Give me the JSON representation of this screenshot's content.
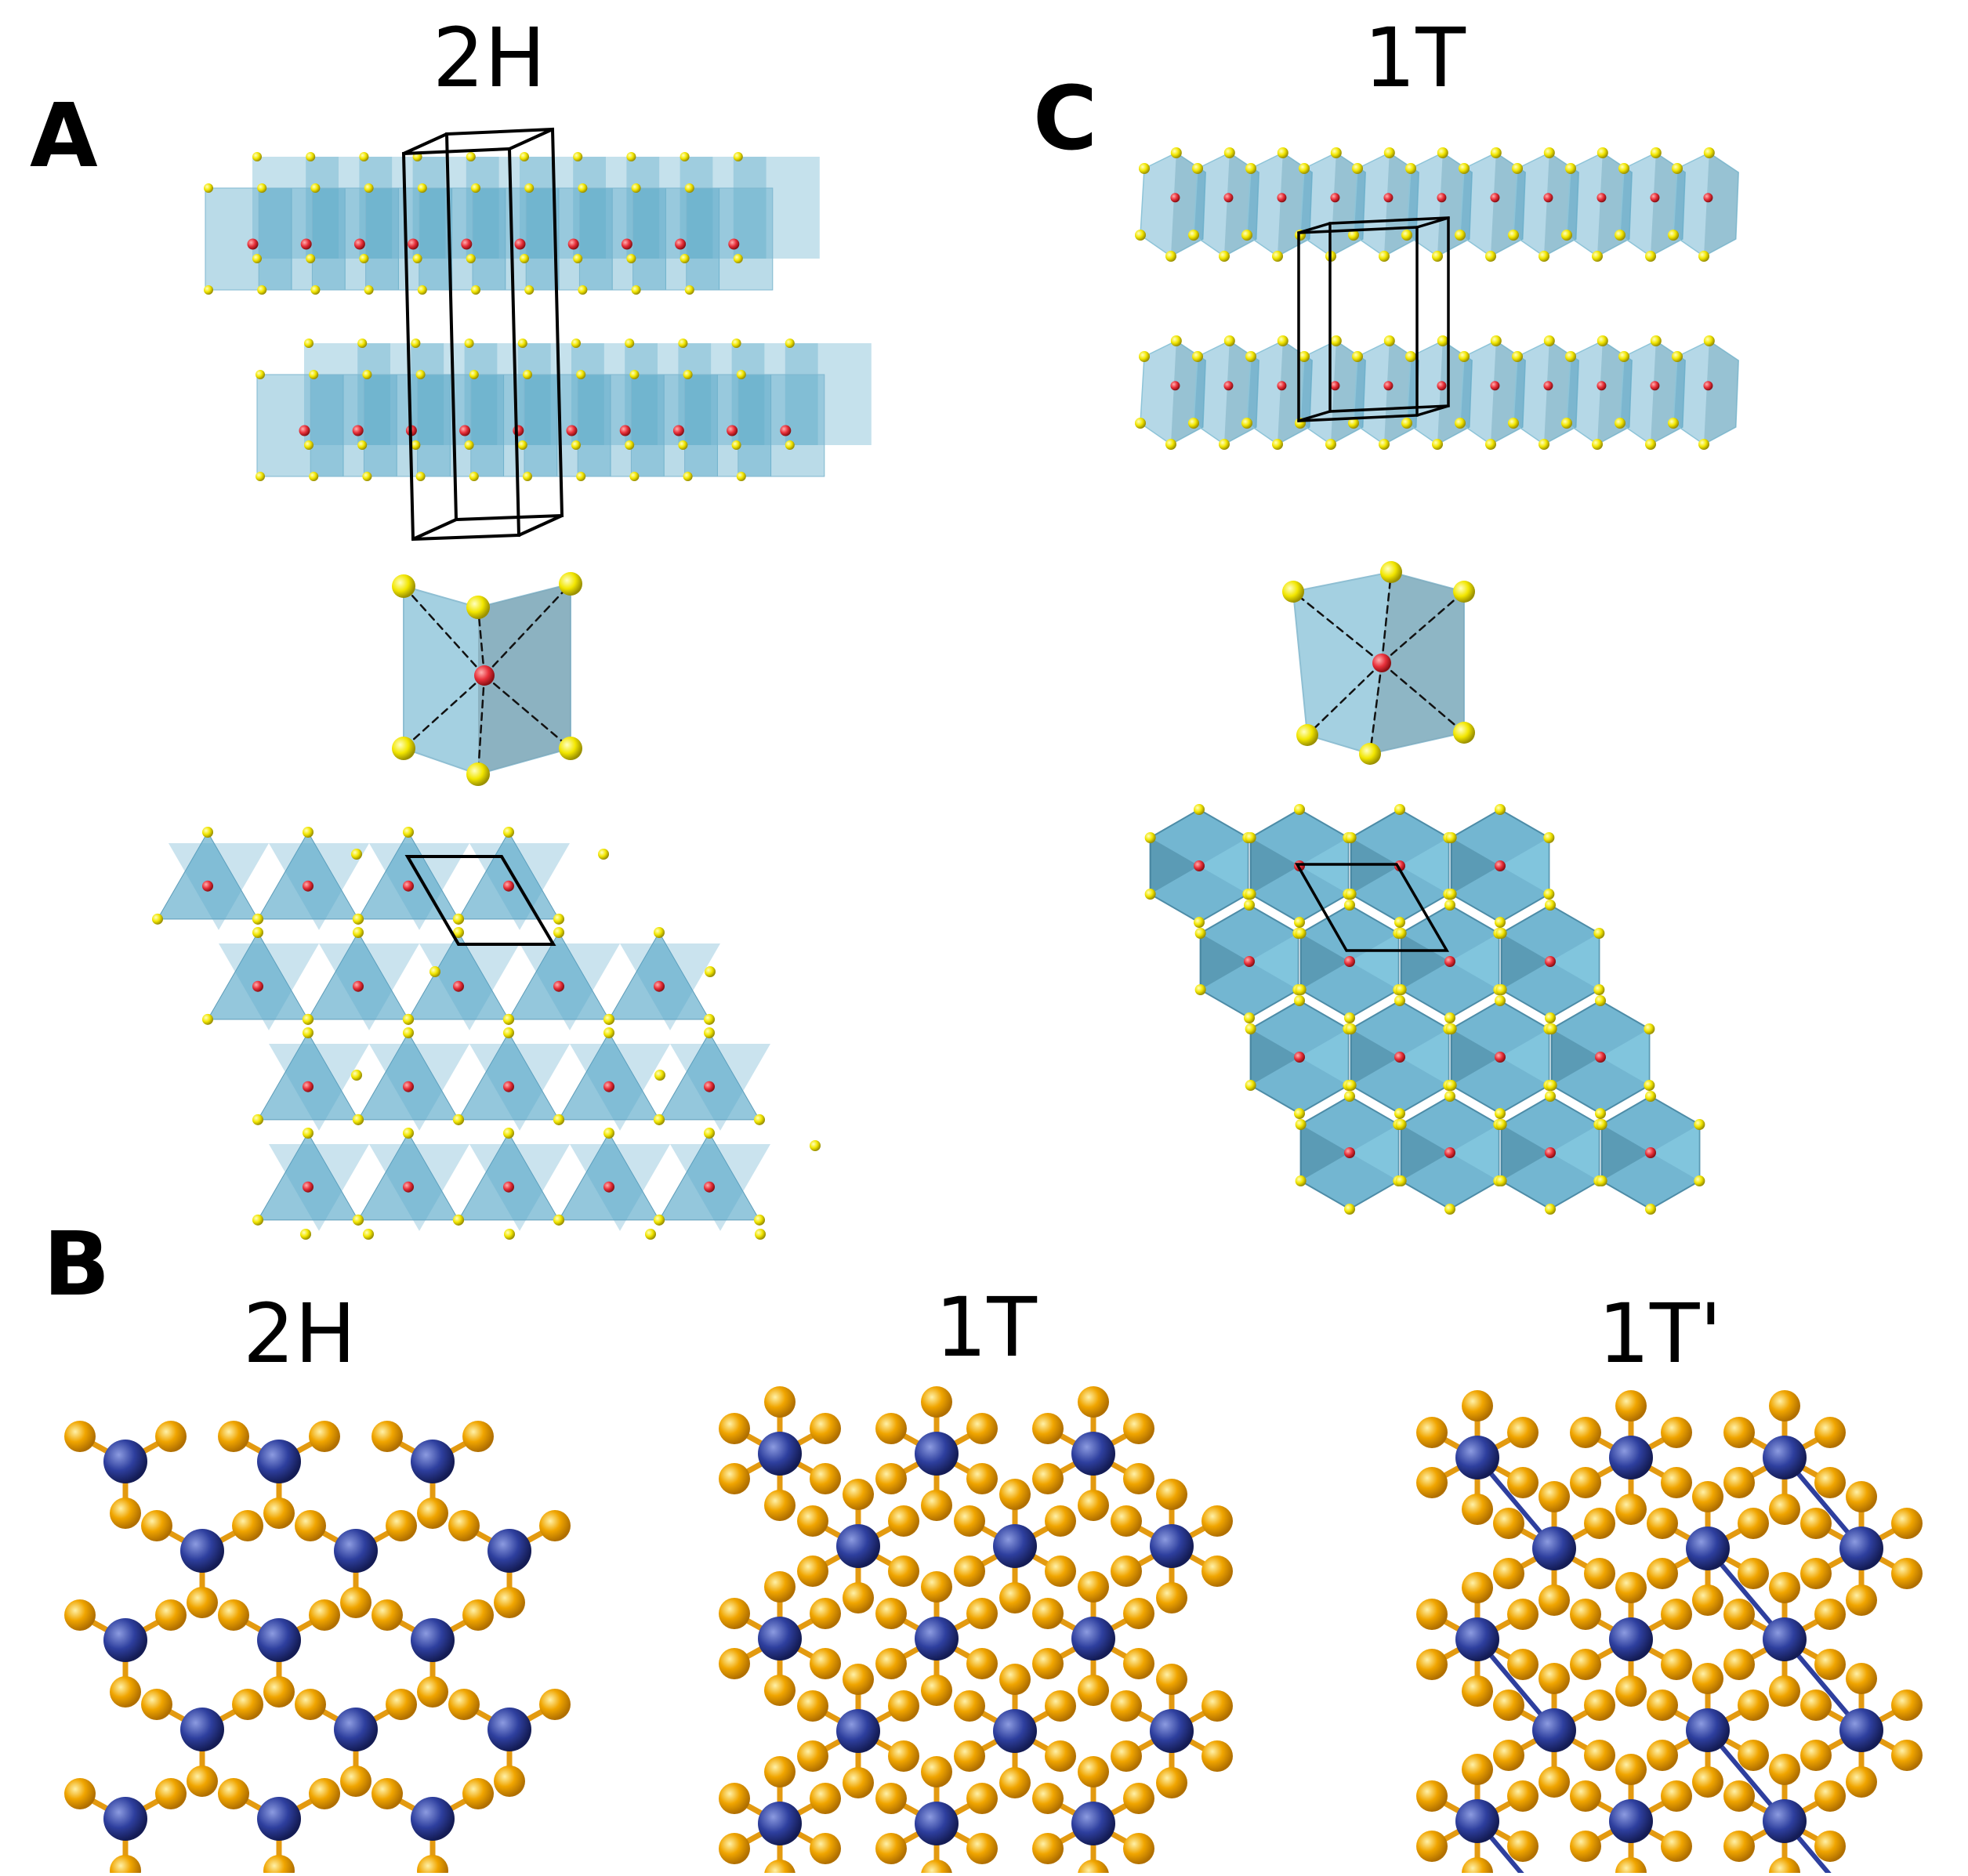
{
  "panels": {
    "a": {
      "letter": "A",
      "title": "2H"
    },
    "c": {
      "letter": "C",
      "title": "1T"
    },
    "b": {
      "letter": "B",
      "titles": [
        "2H",
        "1T",
        "1T'"
      ]
    }
  },
  "colors": {
    "polyhedron": "#5aa9c9",
    "metal_top_view": "#e8303a",
    "chalcogen_top_view": "#f2e600",
    "metal_ball": "#2e3f9e",
    "chalcogen_ball": "#f0a500",
    "bond": "#e39a10",
    "unit_cell": "#000000"
  },
  "icons": [
    "trigonal-prism-icon",
    "octahedron-icon"
  ]
}
